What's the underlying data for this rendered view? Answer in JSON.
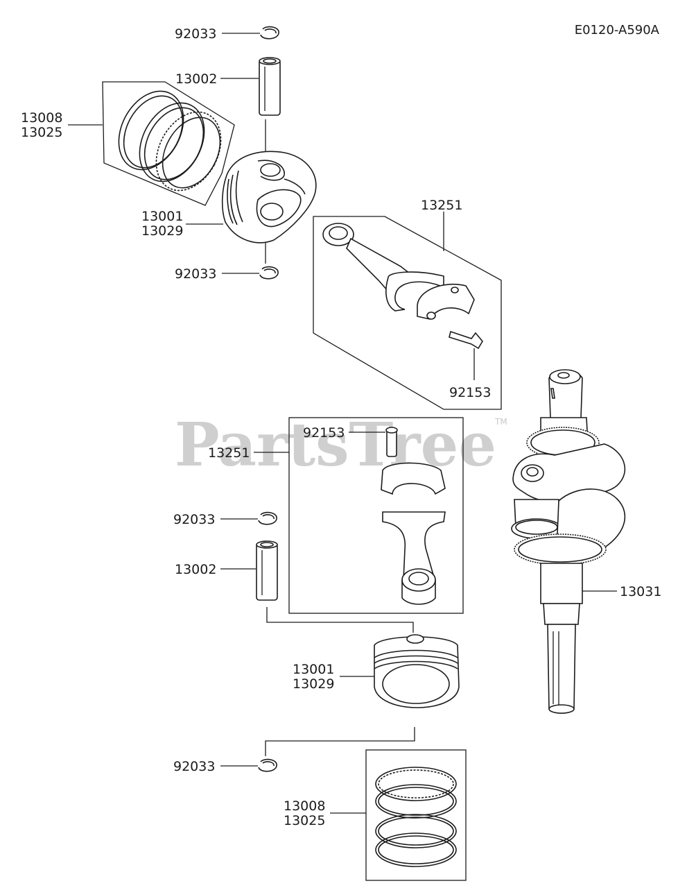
{
  "diagram_code": "E0120-A590A",
  "watermark": {
    "text": "PartsTree",
    "trademark": "TM"
  },
  "labels": {
    "circlip_top": "92033",
    "pin_top": "13002",
    "rings_top_a": "13008",
    "rings_top_b": "13025",
    "piston_top_a": "13001",
    "piston_top_b": "13029",
    "circlip_mid": "92033",
    "rod_top": "13251",
    "bolt_top": "92153",
    "bolt_mid": "92153",
    "rod_mid": "13251",
    "circlip_low": "92033",
    "pin_low": "13002",
    "crankshaft": "13031",
    "piston_low_a": "13001",
    "piston_low_b": "13029",
    "circlip_bottom": "92033",
    "rings_low_a": "13008",
    "rings_low_b": "13025"
  }
}
